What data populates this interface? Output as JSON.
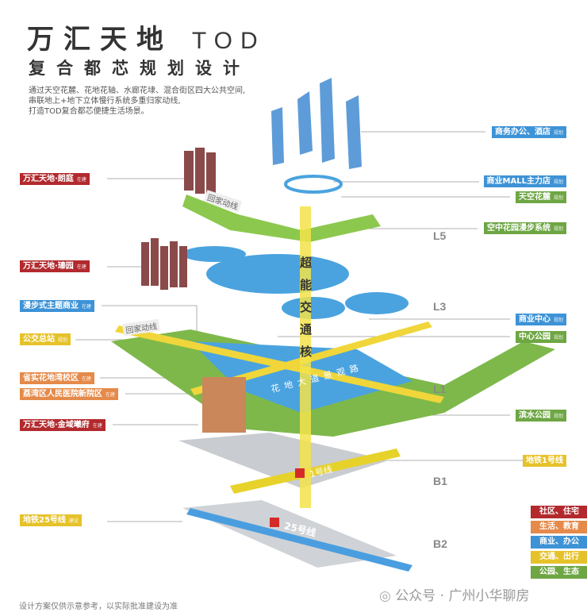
{
  "header": {
    "title_cn": "万汇天地",
    "title_en": "TOD",
    "subtitle": "复合都芯规划设计",
    "description": [
      "通过天空花麓、花地花轴、水廊花埭、混合街区四大公共空间,",
      "串联地上+地下立体慢行系统多重归家动线,",
      "打造TOD复合都芯便捷生活场景。"
    ]
  },
  "left_labels": [
    {
      "text": "万汇天地·朗庭",
      "status": "在建",
      "category": "red"
    },
    {
      "text": "万汇天地·瑧园",
      "status": "在建",
      "category": "red"
    },
    {
      "text": "漫步式主题商业",
      "status": "在建",
      "category": "blue"
    },
    {
      "text": "公交总站",
      "status": "规划",
      "category": "yellow"
    },
    {
      "text": "省实花地湾校区",
      "status": "在建",
      "category": "orange"
    },
    {
      "text": "荔湾区人民医院新院区",
      "status": "在建",
      "category": "orange"
    },
    {
      "text": "万汇天地·金域曦府",
      "status": "在建",
      "category": "red"
    },
    {
      "text": "地铁25号线",
      "status": "建设",
      "category": "yellow"
    }
  ],
  "right_labels": [
    {
      "text": "商务办公、酒店",
      "status": "规划",
      "category": "blue"
    },
    {
      "text": "商业MALL主力店",
      "status": "规划",
      "category": "blue"
    },
    {
      "text": "天空花麓",
      "status": "规划",
      "category": "green"
    },
    {
      "text": "空中花园漫步系统",
      "status": "规划",
      "category": "green"
    },
    {
      "text": "商业中心",
      "status": "规划",
      "category": "blue"
    },
    {
      "text": "中心公园",
      "status": "规划",
      "category": "green"
    },
    {
      "text": "滨水公园",
      "status": "规划",
      "category": "green"
    },
    {
      "text": "地铁1号线",
      "status": "",
      "category": "yellow"
    }
  ],
  "levels": [
    "L5",
    "L3",
    "L1",
    "B1",
    "B2"
  ],
  "diagram_text": {
    "core": [
      "超",
      "能",
      "交",
      "通",
      "核"
    ],
    "avenue": "花地大道景观路",
    "home_route": "回家动线",
    "line1": "1号线",
    "line25": "25号线"
  },
  "legend": [
    {
      "text": "社区、住宅",
      "color": "#b22a2e"
    },
    {
      "text": "生活、教育",
      "color": "#e58a4a"
    },
    {
      "text": "商业、办公",
      "color": "#3e93d6"
    },
    {
      "text": "交通、出行",
      "color": "#e6c22a"
    },
    {
      "text": "公园、生态",
      "color": "#6ea644"
    }
  ],
  "footer": "设计方案仅供示意参考，以实际批准建设为准",
  "watermark": "公众号 · 广州小华聊房"
}
